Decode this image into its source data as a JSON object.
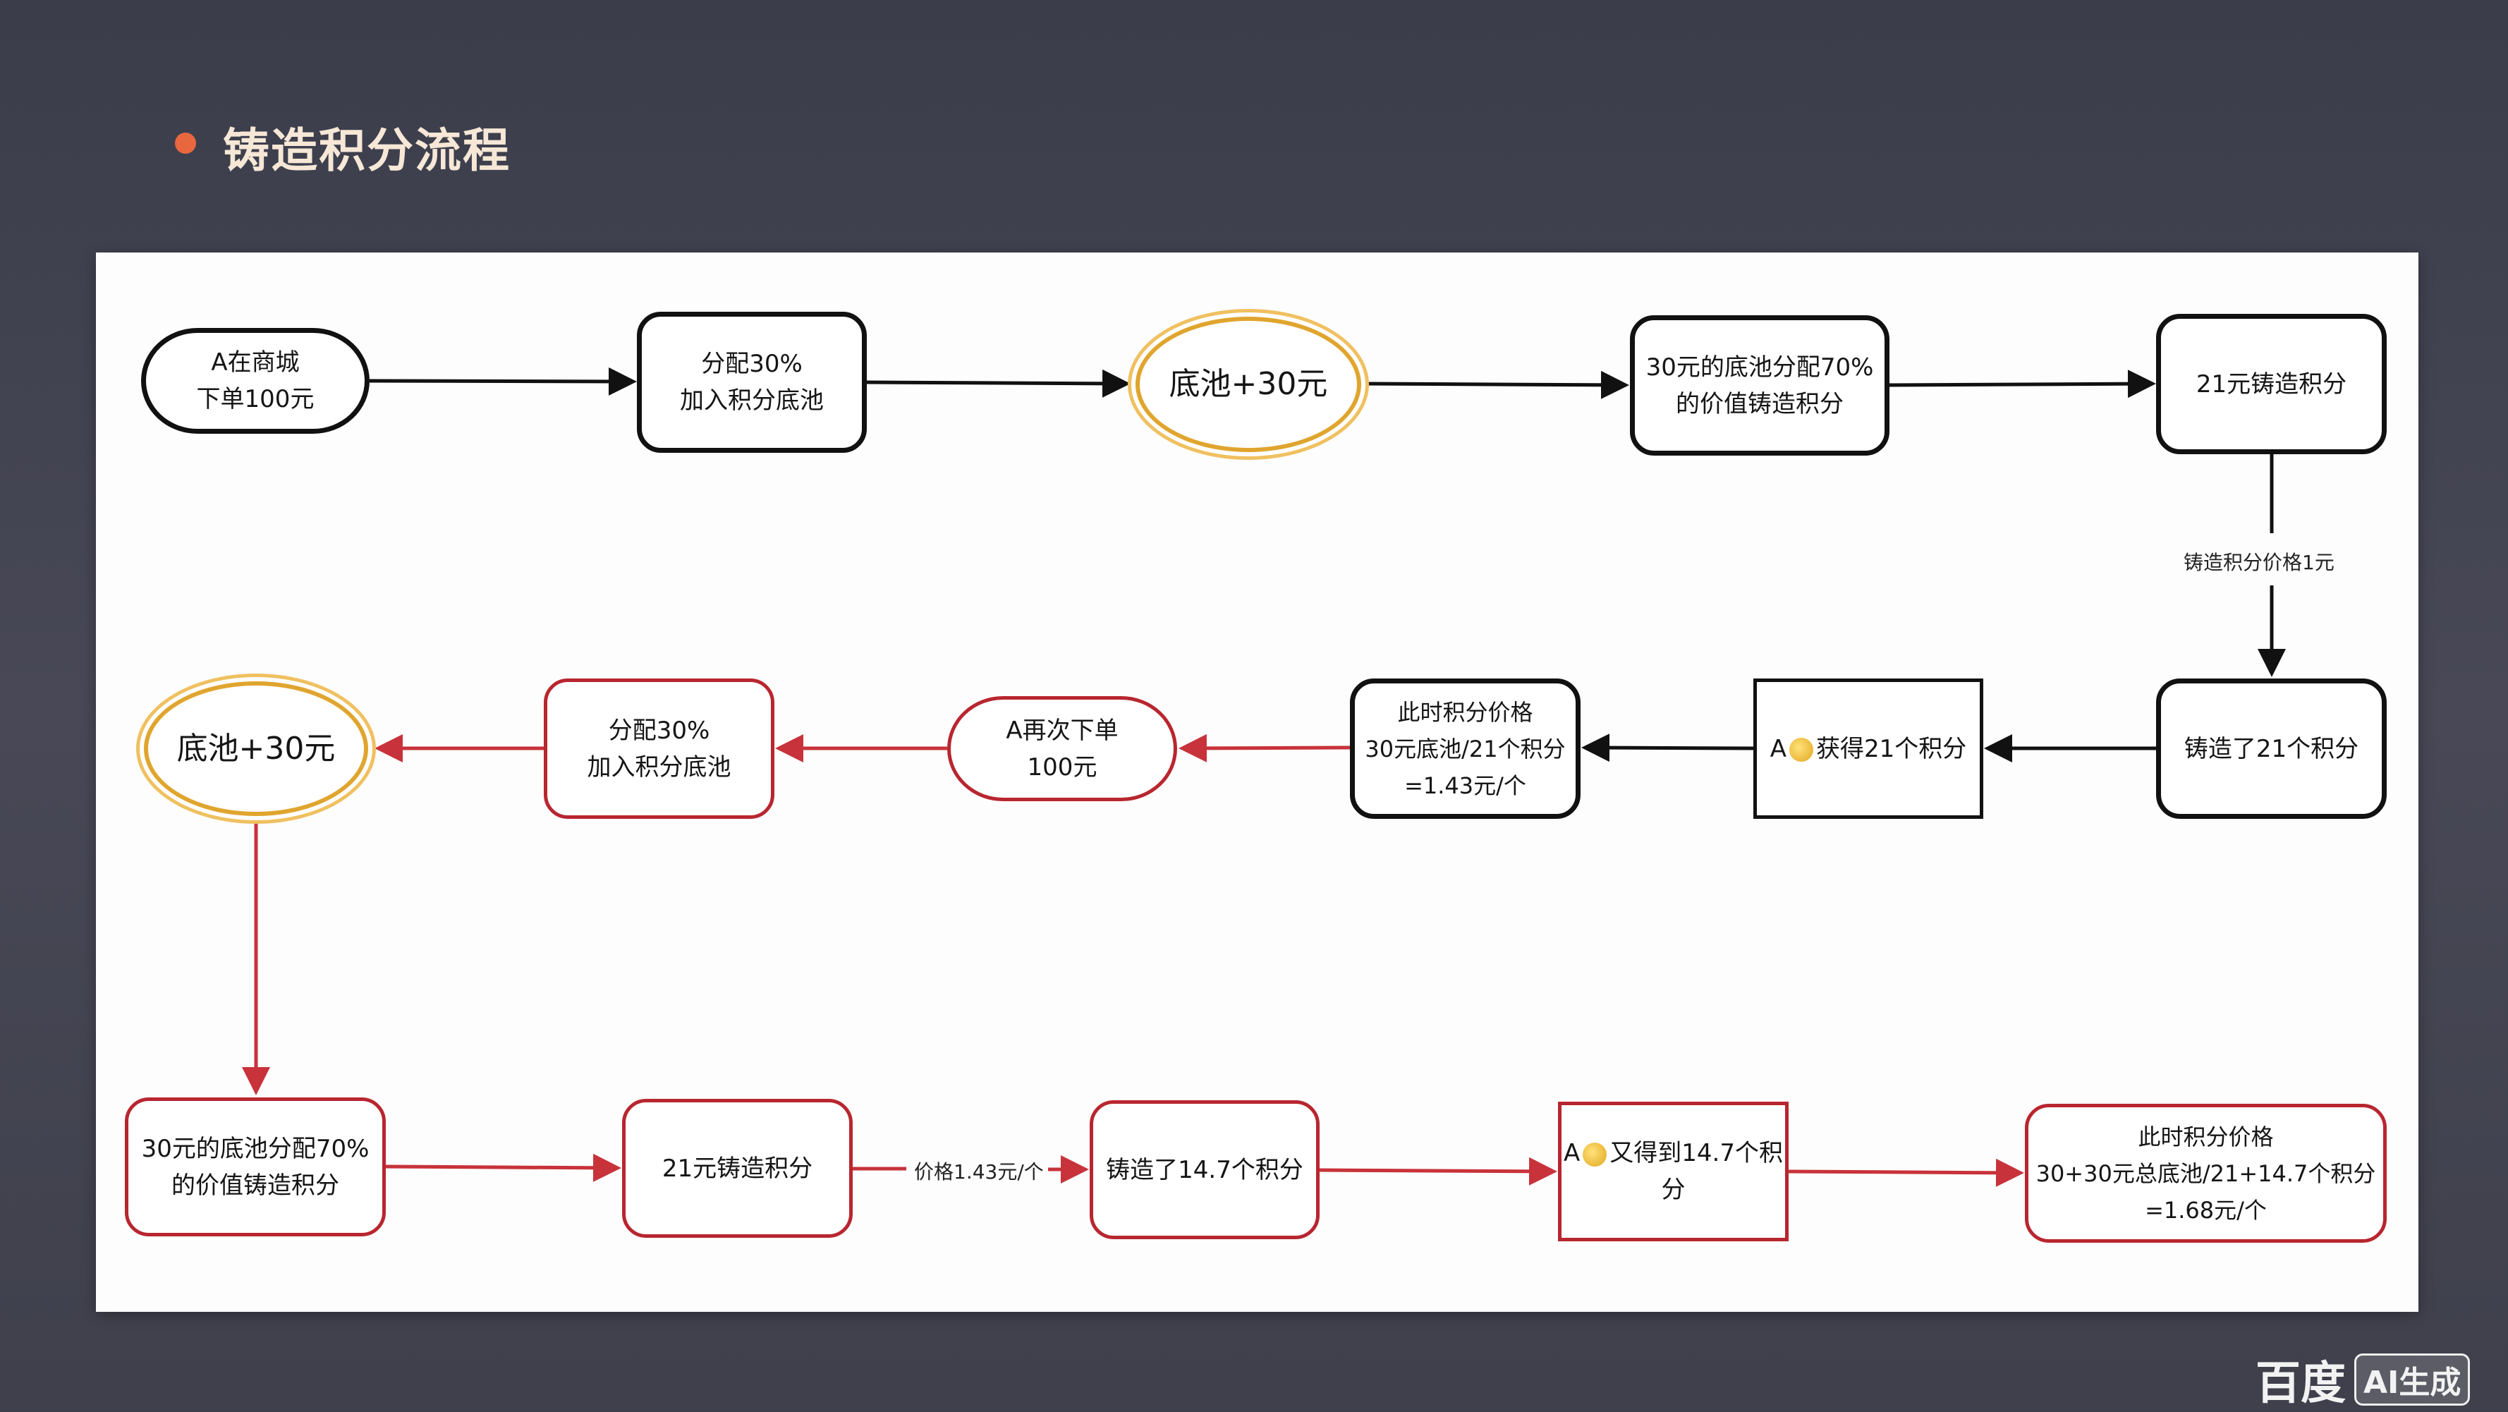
{
  "title": "铸造积分流程",
  "colors": {
    "black": "#111111",
    "red": "#b8262f",
    "gold": "#e0a52e",
    "title_dot": "#e8673f"
  },
  "nodes": {
    "n1": [
      "A在商城",
      "下单100元"
    ],
    "n2": [
      "分配30%",
      "加入积分底池"
    ],
    "n3": [
      "底池+30元"
    ],
    "n4": [
      "30元的底池分配70%",
      "的价值铸造积分"
    ],
    "n5": [
      "21元铸造积分"
    ],
    "n6": [
      "铸造了21个积分"
    ],
    "n7": {
      "prefix": "A",
      "icon": "coin-icon",
      "text": "获得21个积分"
    },
    "n8": [
      "此时积分价格",
      "30元底池/21个积分",
      "=1.43元/个"
    ],
    "n9": [
      "A再次下单",
      "100元"
    ],
    "n10": [
      "分配30%",
      "加入积分底池"
    ],
    "n11": [
      "底池+30元"
    ],
    "n12": [
      "30元的底池分配70%",
      "的价值铸造积分"
    ],
    "n13": [
      "21元铸造积分"
    ],
    "n14": [
      "铸造了14.7个积分"
    ],
    "n15": {
      "prefix": "A",
      "icon": "coin-icon",
      "text": "又得到14.7个积",
      "text2": "分"
    },
    "n16": [
      "此时积分价格",
      "30+30元总底池/21+14.7个积分",
      "=1.68元/个"
    ]
  },
  "edge_labels": {
    "mint_price": "铸造积分价格1元",
    "price_143": "价格1.43元/个"
  },
  "watermark": {
    "brand": "百度",
    "badge": "AI生成"
  }
}
